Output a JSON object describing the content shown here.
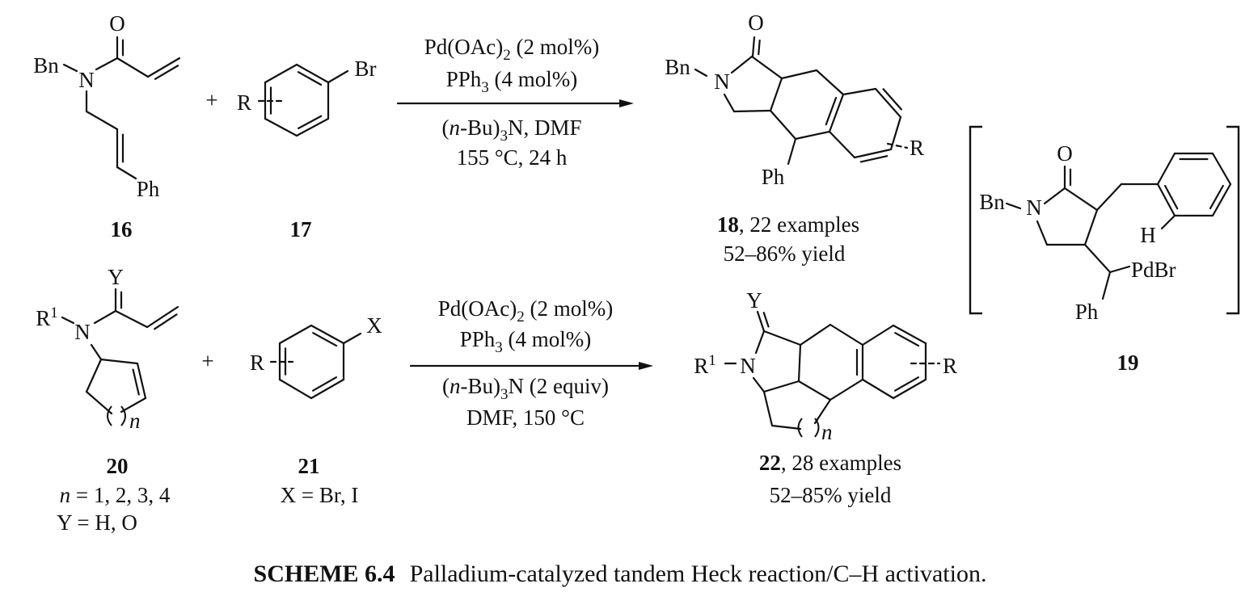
{
  "compound_16": {
    "label": "16",
    "O": "O",
    "N": "N",
    "Bn": "Bn",
    "Ph": "Ph"
  },
  "compound_17": {
    "label": "17",
    "Br": "Br",
    "R": "R"
  },
  "plus": "+",
  "reaction_1": {
    "line1": {
      "a": "Pd(OAc)",
      "sub": "2",
      "b": " (2 mol%)"
    },
    "line2": {
      "a": "PPh",
      "sub": "3",
      "b": " (4 mol%)"
    },
    "line3": {
      "a": "(",
      "it": "n",
      "b": "-Bu)",
      "sub": "3",
      "c": "N, DMF"
    },
    "line4": "155 °C, 24 h"
  },
  "compound_18": {
    "O": "O",
    "N": "N",
    "Bn": "Bn",
    "Ph": "Ph",
    "R": "R",
    "label": "18",
    "examples": ", 22 examples",
    "yield": "52–86% yield"
  },
  "compound_19": {
    "O": "O",
    "N": "N",
    "Bn": "Bn",
    "H": "H",
    "PdBr": "PdBr",
    "Ph": "Ph",
    "label": "19"
  },
  "compound_20": {
    "Y": "Y",
    "R": "R",
    "R_sup": "1",
    "N": "N",
    "n": "n",
    "label": "20",
    "cond_n_var": "n",
    "cond_n": " = 1, 2, 3, 4",
    "cond_y": "Y = H, O"
  },
  "compound_21": {
    "X": "X",
    "R": "R",
    "label": "21",
    "cond": "X = Br, I"
  },
  "reaction_2": {
    "line1": {
      "a": "Pd(OAc)",
      "sub": "2",
      "b": " (2 mol%)"
    },
    "line2": {
      "a": "PPh",
      "sub": "3",
      "b": " (4 mol%)"
    },
    "line3": {
      "a": "(",
      "it": "n",
      "b": "-Bu)",
      "sub": "3",
      "c": "N (2 equiv)"
    },
    "line4": "DMF, 150 °C"
  },
  "compound_22": {
    "Y": "Y",
    "R1": "R",
    "R1_sup": "1",
    "N": "N",
    "R": "R",
    "n": "n",
    "label": "22",
    "examples": ", 28 examples",
    "yield": "52–85% yield"
  },
  "caption": {
    "scheme": "SCHEME 6.4",
    "text": "Palladium-catalyzed tandem Heck reaction/C–H activation."
  }
}
